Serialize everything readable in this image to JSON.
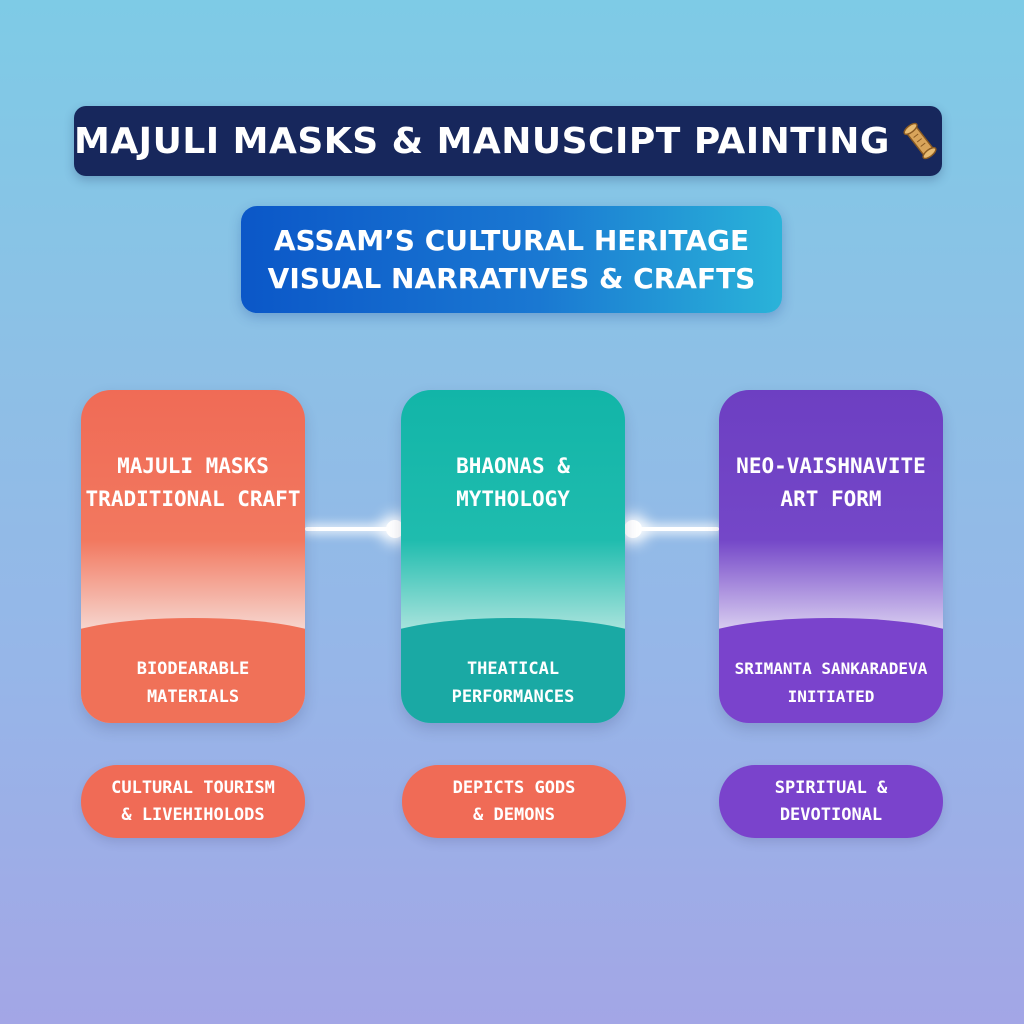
{
  "header": {
    "title": "MAJULI MASKS & MANUSCIPT PAINTING",
    "title_icon": "scroll-icon"
  },
  "subtitle": {
    "line1": "ASSAM’S CULTURAL HERITAGE",
    "line2": "VISUAL NARRATIVES & CRAFTS"
  },
  "cards": [
    {
      "heading": "MAJULI MASKS\nTRADITIONAL CRAFT",
      "detail": "BIODEARABLE\nMATERIALS",
      "pill": "CULTURAL TOURISM\n& LIVEHIHOLODS",
      "color": "#f06b56"
    },
    {
      "heading": "BHAONAS &\nMYTHOLOGY",
      "detail": "THEATICAL\nPERFORMANCES",
      "pill": "DEPICTS GODS\n& DEMONS",
      "color": "#12b5a8"
    },
    {
      "heading": "NEO-VAISHNAVITE\nART FORM",
      "detail": "SRIMANTA SANKARADEVA\nINITIATED",
      "pill": "SPIRITUAL &\nDEVOTIONAL",
      "color": "#7a43cc"
    }
  ],
  "colors": {
    "title_bg": "#17275c",
    "subtitle_gradient_start": "#0b57c8",
    "subtitle_gradient_end": "#2ab3d9",
    "coral": "#f06b56",
    "teal": "#12b5a8",
    "purple": "#7a43cc"
  }
}
